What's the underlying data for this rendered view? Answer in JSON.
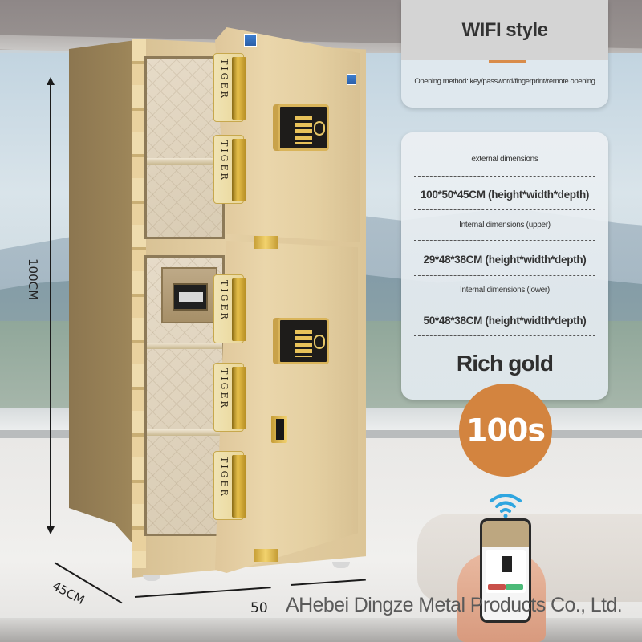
{
  "features": {
    "wifi_card": {
      "title": "WIFI style",
      "description": "Opening method: key/password/fingerprint/remote opening"
    },
    "dimensions_card": {
      "rows": [
        {
          "label": "external dimensions",
          "value": "100*50*45CM (height*width*depth)"
        },
        {
          "label": "Internal dimensions (upper)",
          "value": "29*48*38CM (height*width*depth)"
        },
        {
          "label": "Internal dimensions (lower)",
          "value": "50*48*38CM (height*width*depth)"
        }
      ],
      "color_name": "Rich gold"
    },
    "badge": {
      "text": "100s",
      "color": "#d3843f"
    }
  },
  "product": {
    "brand_on_bolts": "TIGER",
    "bolt_plate_count": 5,
    "door_count": 2
  },
  "dimension_labels": {
    "height": "100CM",
    "depth": "45CM",
    "width": "50"
  },
  "footer": {
    "company": "AHebei Dingze Metal Products Co., Ltd."
  },
  "colors": {
    "accent": "#d98c4a",
    "safe_gold": "#e4cfa4",
    "text_dark": "#333333"
  }
}
